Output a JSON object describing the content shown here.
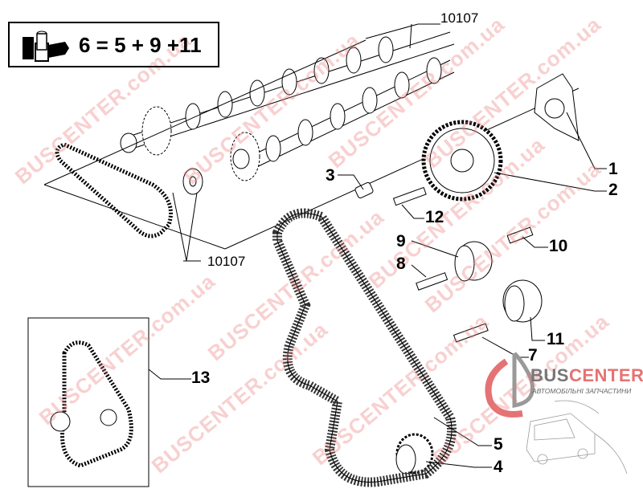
{
  "kit": {
    "formula": "6 = 5 + 9 +11",
    "icon": "parts-kit-icon"
  },
  "callouts": {
    "c10107_top": "10107",
    "c1": "1",
    "c2": "2",
    "c3": "3",
    "c12": "12",
    "c9": "9",
    "c10": "10",
    "c8": "8",
    "c10107_left": "10107",
    "c11": "11",
    "c7": "7",
    "c13": "13",
    "c5": "5",
    "c4": "4"
  },
  "logo": {
    "brand_prefix": "BUS",
    "brand_suffix": "CENTER",
    "subtitle": "АВТОМОБІЛЬНІ ЗАПЧАСТИНИ"
  },
  "watermark": "BUSCENTER.com.ua",
  "colors": {
    "watermark": "#e57373",
    "line": "#000000"
  }
}
